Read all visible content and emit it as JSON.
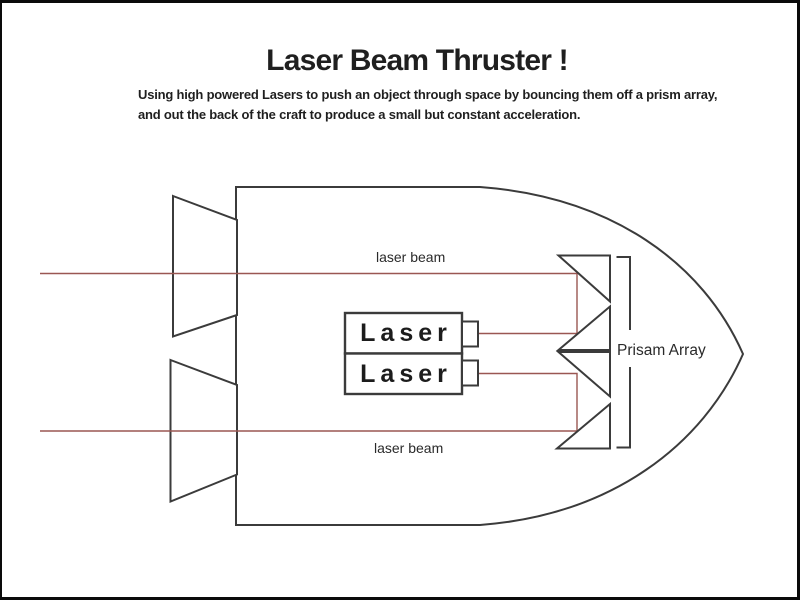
{
  "header": {
    "title": "Laser Beam Thruster !",
    "subtitle_line1": "Using high powered Lasers to push an object through space by bouncing them off a prism array,",
    "subtitle_line2": "and out the back of the craft to produce a small but constant acceleration."
  },
  "diagram": {
    "labels": {
      "beam_top": "laser beam",
      "beam_bottom": "laser beam",
      "laser_top": "Laser",
      "laser_bottom": "Laser",
      "prism_array": "Prisam Array"
    },
    "colors": {
      "beam": "#9a5752",
      "outline": "#3b3b3b",
      "frame": "#0a0a0a",
      "background": "#ffffff",
      "text": "#1f1f1f"
    }
  }
}
